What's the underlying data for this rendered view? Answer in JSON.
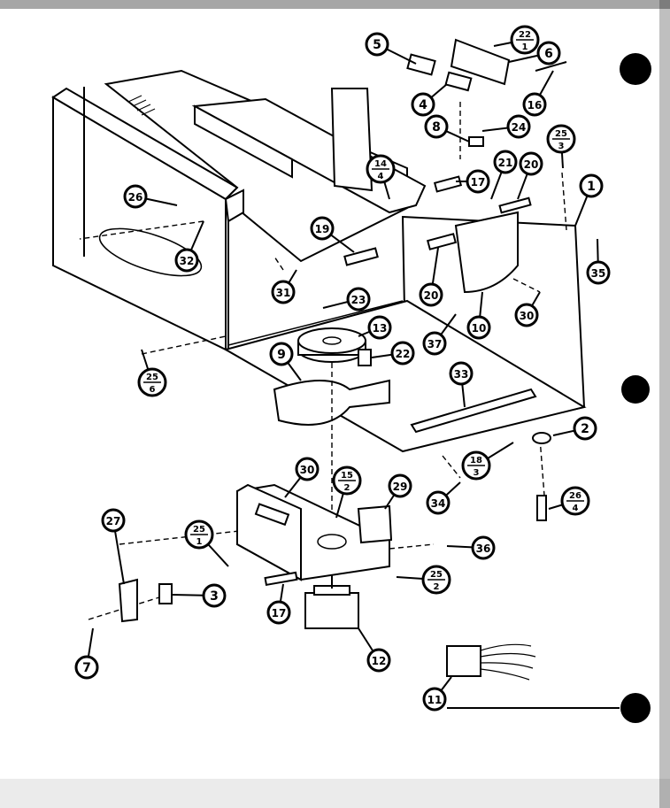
{
  "diagram": {
    "callouts": [
      {
        "id": "c5",
        "label": "5"
      },
      {
        "id": "c6a",
        "label": "6"
      },
      {
        "id": "c4",
        "label": "4"
      },
      {
        "id": "c16",
        "label": "16"
      },
      {
        "id": "c8",
        "label": "8"
      },
      {
        "id": "c24",
        "label": "24"
      },
      {
        "id": "c17a",
        "label": "17"
      },
      {
        "id": "c21",
        "label": "21"
      },
      {
        "id": "c20a",
        "label": "20"
      },
      {
        "id": "c1",
        "label": "1"
      },
      {
        "id": "c26",
        "label": "26"
      },
      {
        "id": "c32",
        "label": "32"
      },
      {
        "id": "c19",
        "label": "19"
      },
      {
        "id": "c31",
        "label": "31"
      },
      {
        "id": "c23",
        "label": "23"
      },
      {
        "id": "c20b",
        "label": "20"
      },
      {
        "id": "c30a",
        "label": "30"
      },
      {
        "id": "c35",
        "label": "35"
      },
      {
        "id": "c13",
        "label": "13"
      },
      {
        "id": "c37",
        "label": "37"
      },
      {
        "id": "c10",
        "label": "10"
      },
      {
        "id": "c9",
        "label": "9"
      },
      {
        "id": "c22",
        "label": "22"
      },
      {
        "id": "c33",
        "label": "33"
      },
      {
        "id": "c2",
        "label": "2"
      },
      {
        "id": "c34",
        "label": "34"
      },
      {
        "id": "c30b",
        "label": "30"
      },
      {
        "id": "c29",
        "label": "29"
      },
      {
        "id": "c27",
        "label": "27"
      },
      {
        "id": "c3",
        "label": "3"
      },
      {
        "id": "c36",
        "label": "36"
      },
      {
        "id": "c17b",
        "label": "17"
      },
      {
        "id": "c7",
        "label": "7"
      },
      {
        "id": "c12",
        "label": "12"
      },
      {
        "id": "c11",
        "label": "11"
      }
    ],
    "fraction_callouts": [
      {
        "id": "f22_1",
        "top": "22",
        "bottom": "1"
      },
      {
        "id": "f25_3",
        "top": "25",
        "bottom": "3"
      },
      {
        "id": "f14_4",
        "top": "14",
        "bottom": "4"
      },
      {
        "id": "f25_6",
        "top": "25",
        "bottom": "6"
      },
      {
        "id": "f18_3",
        "top": "18",
        "bottom": "3"
      },
      {
        "id": "f26_4",
        "top": "26",
        "bottom": "4"
      },
      {
        "id": "f15_2",
        "top": "15",
        "bottom": "2"
      },
      {
        "id": "f25_1",
        "top": "25",
        "bottom": "1"
      },
      {
        "id": "f25_2",
        "top": "25",
        "bottom": "2"
      }
    ]
  }
}
